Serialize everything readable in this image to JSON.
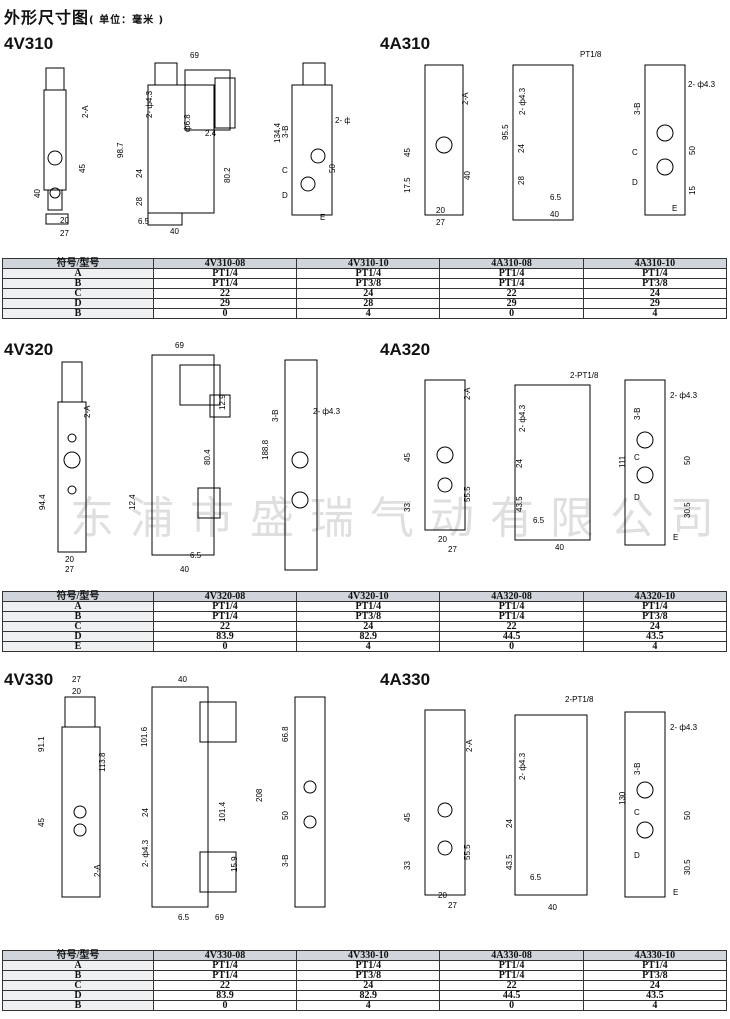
{
  "page": {
    "title": "外形尺寸图",
    "unit_note": "( 单位：毫米 )",
    "watermark": "东浦市盛瑞气动有限公司"
  },
  "sections": [
    {
      "left_model": "4V310",
      "right_model": "4A310",
      "headers": [
        "符号/型号",
        "4V310-08",
        "4V310-10",
        "4A310-08",
        "4A310-10"
      ],
      "rows": [
        [
          "A",
          "PT1/4",
          "PT1/4",
          "PT1/4",
          "PT1/4"
        ],
        [
          "B",
          "PT1/4",
          "PT3/8",
          "PT1/4",
          "PT3/8"
        ],
        [
          "C",
          "22",
          "24",
          "22",
          "24"
        ],
        [
          "D",
          "29",
          "28",
          "29",
          "29"
        ],
        [
          "B",
          "0",
          "4",
          "0",
          "4"
        ]
      ],
      "dims": {
        "width_top": "69",
        "h1": "98.7",
        "h2": "80.2",
        "hole": "2- ф4.3",
        "phi": "ф6.8",
        "v24": "2.4",
        "total": "134.4",
        "d40": "40",
        "d45": "45",
        "d28": "28",
        "d24": "24",
        "d20": "20",
        "d27": "27",
        "d65": "6.5",
        "a2": "2-A",
        "b3": "3-B",
        "d50": "50",
        "d15": "15",
        "d175": "17.5",
        "d955": "95.5",
        "pt18": "PT1/8",
        "c": "C",
        "d": "D",
        "e": "E"
      }
    },
    {
      "left_model": "4V320",
      "right_model": "4A320",
      "headers": [
        "符号/型号",
        "4V320-08",
        "4V320-10",
        "4A320-08",
        "4A320-10"
      ],
      "rows": [
        [
          "A",
          "PT1/4",
          "PT1/4",
          "PT1/4",
          "PT1/4"
        ],
        [
          "B",
          "PT1/4",
          "PT3/8",
          "PT1/4",
          "PT3/8"
        ],
        [
          "C",
          "22",
          "24",
          "22",
          "24"
        ],
        [
          "D",
          "83.9",
          "82.9",
          "44.5",
          "43.5"
        ],
        [
          "E",
          "0",
          "4",
          "0",
          "4"
        ]
      ],
      "dims": {
        "width_top": "69",
        "d124": "12.4",
        "d804": "80.4",
        "d944": "94.4",
        "d1888": "188.8",
        "d111": "111",
        "d555": "55.5",
        "d435": "43.5",
        "d305": "30.5",
        "d33": "33",
        "pt18": "2-PT1/8",
        "hole": "2- ф4.3",
        "d129": "12.9",
        "d40": "40",
        "d27": "27",
        "d20": "20",
        "d45": "45",
        "d24": "24",
        "d50": "50",
        "d65": "6.5",
        "a2": "2-A",
        "b3": "3-B",
        "c": "C",
        "d": "D",
        "e": "E"
      }
    },
    {
      "left_model": "4V330",
      "right_model": "4A330",
      "headers": [
        "符号/型号",
        "4V330-08",
        "4V330-10",
        "4A330-08",
        "4A330-10"
      ],
      "rows": [
        [
          "A",
          "PT1/4",
          "PT1/4",
          "PT1/4",
          "PT1/4"
        ],
        [
          "B",
          "PT1/4",
          "PT3/8",
          "PT1/4",
          "PT3/8"
        ],
        [
          "C",
          "22",
          "24",
          "22",
          "24"
        ],
        [
          "D",
          "83.9",
          "82.9",
          "44.5",
          "43.5"
        ],
        [
          "B",
          "0",
          "4",
          "0",
          "4"
        ]
      ],
      "dims": {
        "d40": "40",
        "d27": "27",
        "d20": "20",
        "d911": "91.1",
        "d1138": "113.8",
        "d1016": "101.6",
        "d1014": "101.4",
        "d208": "208",
        "d668": "66.8",
        "d45": "45",
        "d69": "69",
        "d33": "33",
        "d555": "55.5",
        "d435": "43.5",
        "d305": "30.5",
        "d130": "130",
        "pt18": "2-PT1/8",
        "hole": "2- ф4.3",
        "d24": "24",
        "d50": "50",
        "d65": "6.5",
        "d159": "15.9",
        "a2": "2-A",
        "b3": "3-B",
        "c": "C",
        "d": "D",
        "e": "E"
      }
    }
  ]
}
